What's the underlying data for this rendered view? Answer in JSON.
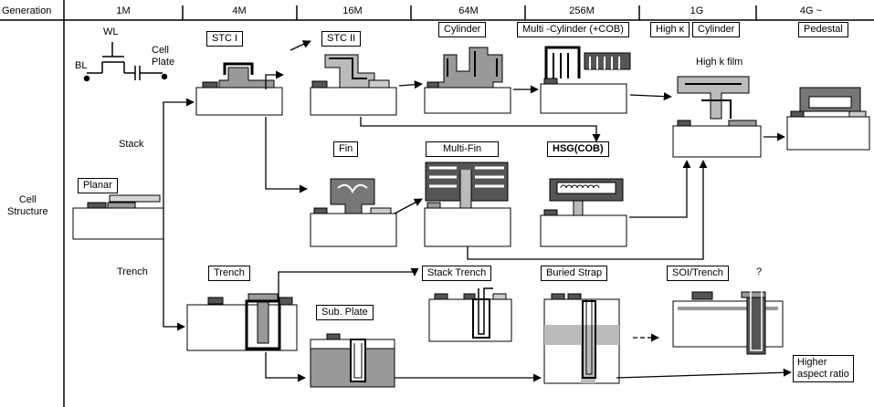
{
  "header": {
    "title": "Generation",
    "generations": [
      "1M",
      "4M",
      "16M",
      "64M",
      "256M",
      "1G",
      "4G ~"
    ]
  },
  "axis": {
    "cell_structure": "Cell\nStructure"
  },
  "branches": {
    "stack": "Stack",
    "trench": "Trench"
  },
  "schematic": {
    "wl": "WL",
    "bl": "BL",
    "cell_plate": "Cell\nPlate"
  },
  "boxes": {
    "planar": "Planar",
    "stc1": "STC I",
    "stc2": "STC II",
    "cylinder": "Cylinder",
    "multi_cylinder": "Multi -Cylinder (+COB)",
    "high_k": "High κ",
    "cylinder_1g": "Cylinder",
    "pedestal": "Pedestal",
    "fin": "Fin",
    "multi_fin": "Multi-Fin",
    "hsg": "HSG(COB)",
    "trench": "Trench",
    "sub_plate": "Sub. Plate",
    "stack_trench": "Stack Trench",
    "buried_strap": "Buried Strap",
    "soi_trench": "SOI/Trench",
    "higher_aspect": "Higher\naspect ratio"
  },
  "annotations": {
    "high_k_film": "High k film",
    "question": "?"
  }
}
